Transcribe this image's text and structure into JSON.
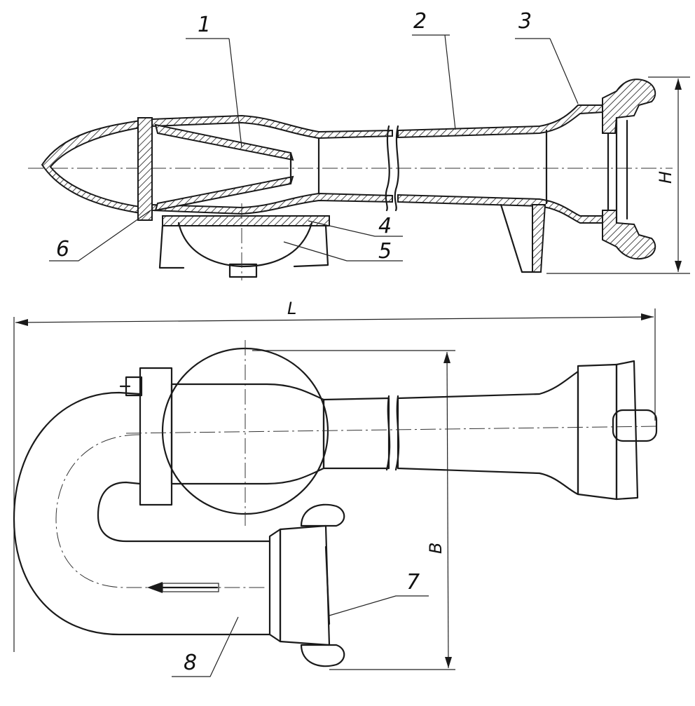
{
  "parts": [
    {
      "num": "1"
    },
    {
      "num": "2"
    },
    {
      "num": "3"
    },
    {
      "num": "4"
    },
    {
      "num": "5"
    },
    {
      "num": "6"
    },
    {
      "num": "7"
    },
    {
      "num": "8"
    }
  ],
  "dimensions": {
    "height": "H",
    "length": "L",
    "width": "B"
  },
  "colors": {
    "ink": "#1a1a1a",
    "paper": "#ffffff"
  }
}
